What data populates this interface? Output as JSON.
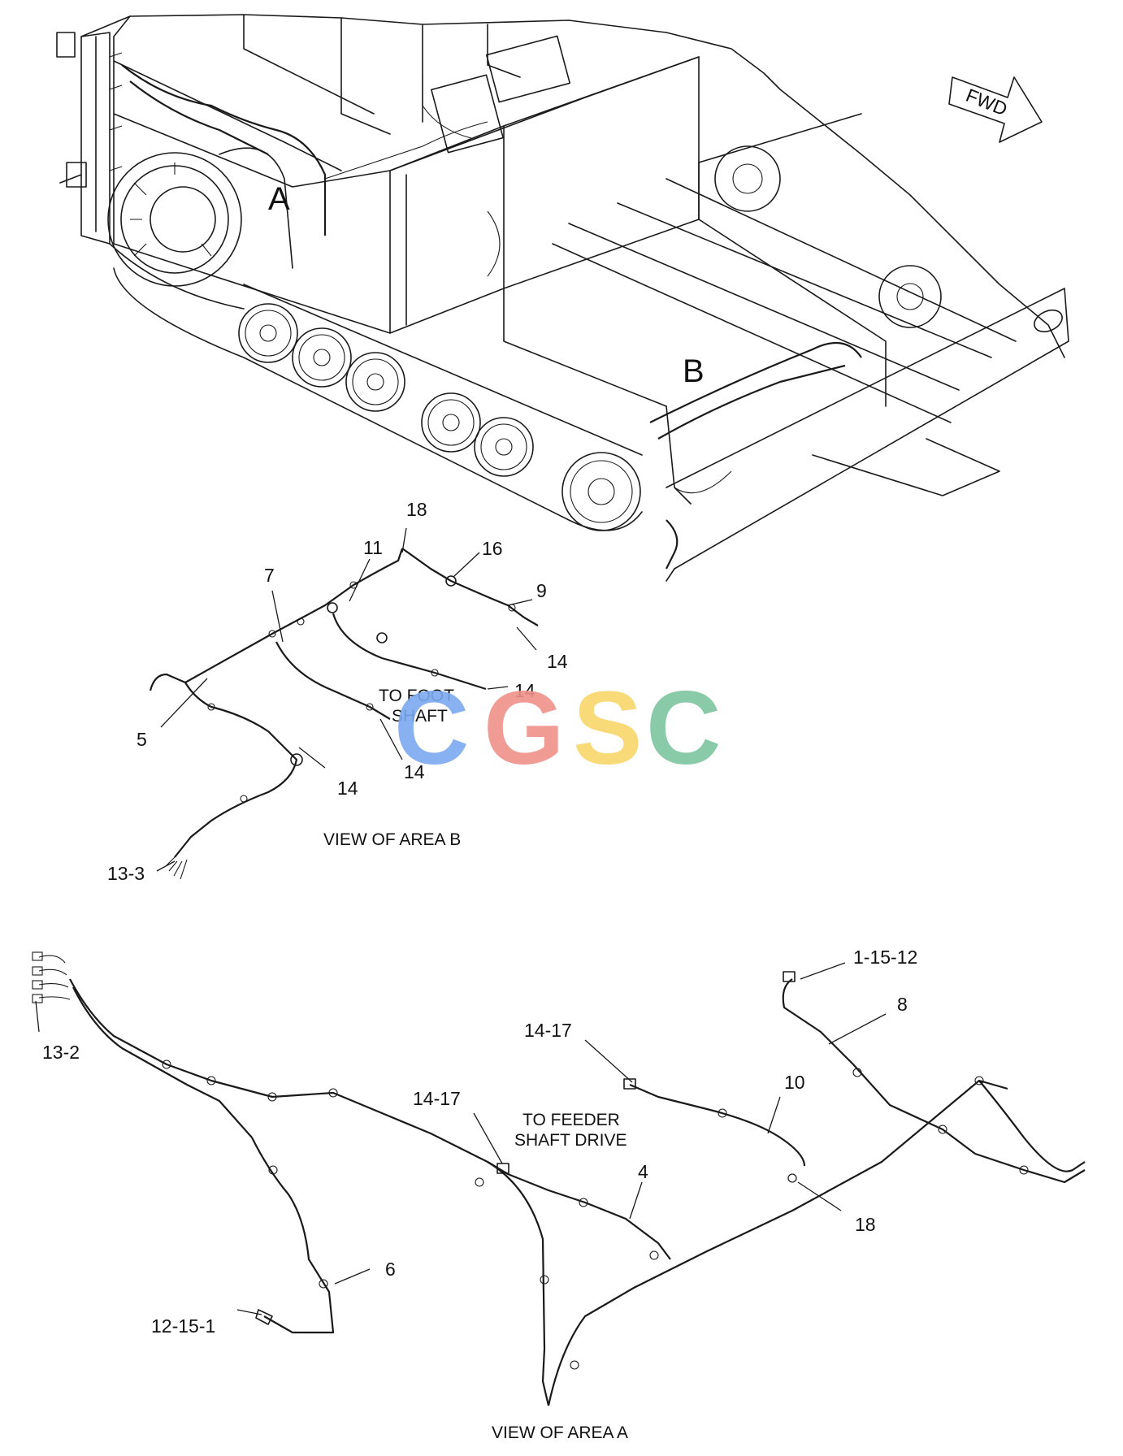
{
  "direction": {
    "text": "FWD"
  },
  "areas": {
    "a": "A",
    "b": "B"
  },
  "view_b": {
    "caption": "VIEW OF AREA B",
    "note_line1": "TO FOOT",
    "note_line2": "SHAFT",
    "callouts": [
      "18",
      "11",
      "16",
      "7",
      "9",
      "14",
      "14",
      "5",
      "14",
      "14",
      "13-3"
    ]
  },
  "view_a": {
    "caption": "VIEW OF AREA A",
    "note_line1": "TO FEEDER",
    "note_line2": "SHAFT DRIVE",
    "callouts": [
      "1-15-12",
      "8",
      "13-2",
      "14-17",
      "10",
      "14-17",
      "4",
      "18",
      "6",
      "12-15-1"
    ]
  },
  "watermark": {
    "letters": [
      "C",
      "G",
      "S",
      "C"
    ],
    "colors": [
      "#7aa8f0",
      "#f0908a",
      "#f7d66a",
      "#7cc4a0"
    ]
  }
}
